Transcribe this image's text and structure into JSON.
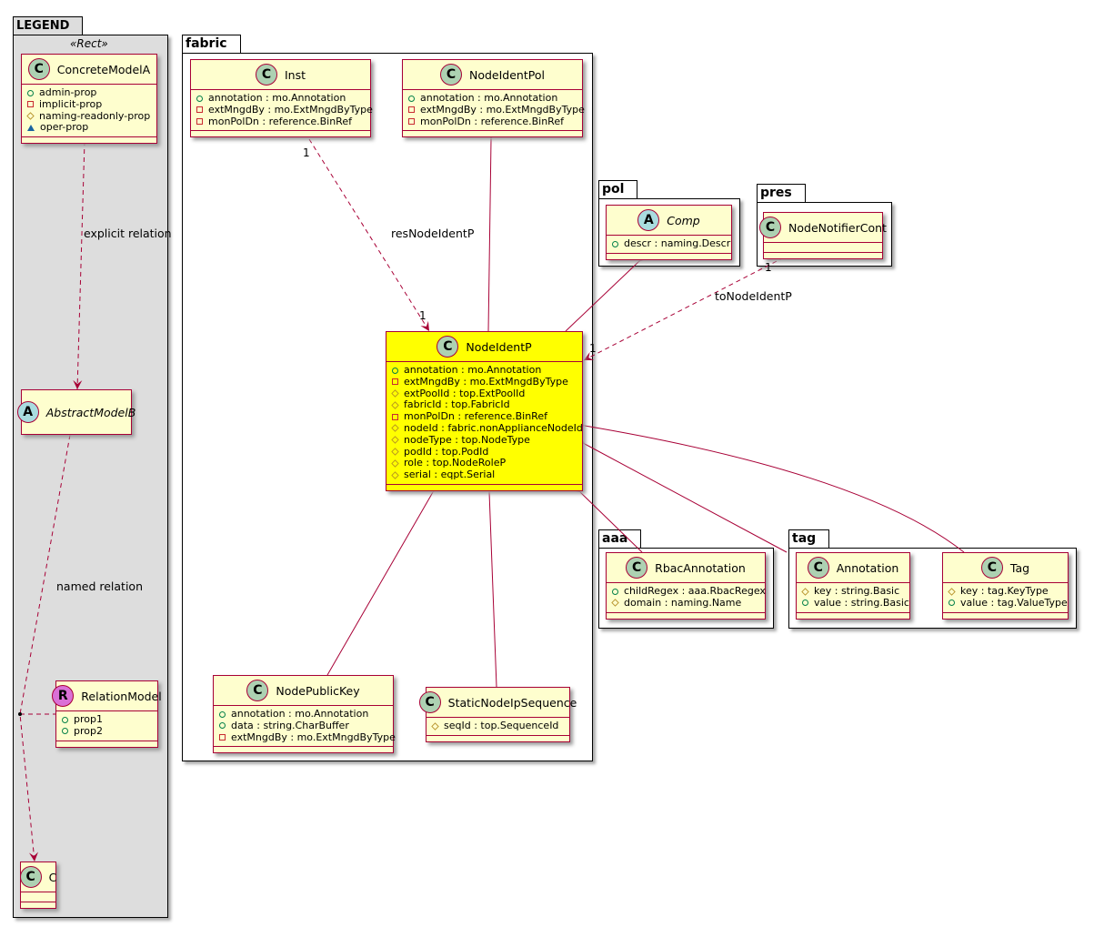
{
  "colors": {
    "border": "#a80036",
    "class_fill": "#fefece",
    "highlight": "#ffff00",
    "legend_fill": "#dddddd",
    "badge_class": "#add1b2",
    "badge_abstract": "#a9dcdf",
    "badge_relation": "#da70d6"
  },
  "packages": {
    "legend": {
      "name": "LEGEND",
      "stereotype": "«Rect»"
    },
    "fabric": {
      "name": "fabric"
    },
    "pol": {
      "name": "pol"
    },
    "pres": {
      "name": "pres"
    },
    "aaa": {
      "name": "aaa"
    },
    "tag": {
      "name": "tag"
    }
  },
  "classes": [
    {
      "id": "ConcreteModelA",
      "name": "ConcreteModelA",
      "kind": "C",
      "attrs": [
        [
          "+",
          "admin-prop"
        ],
        [
          "-",
          "implicit-prop"
        ],
        [
          "#",
          "naming-readonly-prop"
        ],
        [
          "~",
          "oper-prop"
        ]
      ]
    },
    {
      "id": "AbstractModelB",
      "name": "AbstractModelB",
      "kind": "A",
      "attrs": null
    },
    {
      "id": "RelationModel",
      "name": "RelationModel",
      "kind": "R",
      "attrs": [
        [
          "+",
          "prop1"
        ],
        [
          "+",
          "prop2"
        ]
      ]
    },
    {
      "id": "C",
      "name": "C",
      "kind": "C",
      "attrs": []
    },
    {
      "id": "Inst",
      "name": "Inst",
      "kind": "C",
      "attrs": [
        [
          "+",
          "annotation : mo.Annotation"
        ],
        [
          "-",
          "extMngdBy : mo.ExtMngdByType"
        ],
        [
          "-",
          "monPolDn : reference.BinRef"
        ]
      ]
    },
    {
      "id": "NodeIdentPol",
      "name": "NodeIdentPol",
      "kind": "C",
      "attrs": [
        [
          "+",
          "annotation : mo.Annotation"
        ],
        [
          "-",
          "extMngdBy : mo.ExtMngdByType"
        ],
        [
          "-",
          "monPolDn : reference.BinRef"
        ]
      ]
    },
    {
      "id": "NodeIdentP",
      "name": "NodeIdentP",
      "kind": "C",
      "highlight": true,
      "attrs": [
        [
          "+",
          "annotation : mo.Annotation"
        ],
        [
          "-",
          "extMngdBy : mo.ExtMngdByType"
        ],
        [
          "#",
          "extPoolId : top.ExtPoolId"
        ],
        [
          "#",
          "fabricId : top.FabricId"
        ],
        [
          "-",
          "monPolDn : reference.BinRef"
        ],
        [
          "#",
          "nodeId : fabric.nonApplianceNodeId"
        ],
        [
          "#",
          "nodeType : top.NodeType"
        ],
        [
          "#",
          "podId : top.PodId"
        ],
        [
          "#",
          "role : top.NodeRoleP"
        ],
        [
          "#",
          "serial : eqpt.Serial"
        ]
      ]
    },
    {
      "id": "NodePublicKey",
      "name": "NodePublicKey",
      "kind": "C",
      "attrs": [
        [
          "+",
          "annotation : mo.Annotation"
        ],
        [
          "+",
          "data : string.CharBuffer"
        ],
        [
          "-",
          "extMngdBy : mo.ExtMngdByType"
        ]
      ]
    },
    {
      "id": "StaticNodeIpSequence",
      "name": "StaticNodeIpSequence",
      "kind": "C",
      "attrs": [
        [
          "#",
          "seqId : top.SequenceId"
        ]
      ]
    },
    {
      "id": "Comp",
      "name": "Comp",
      "kind": "A",
      "attrs": [
        [
          "+",
          "descr : naming.Descr"
        ]
      ]
    },
    {
      "id": "NodeNotifierCont",
      "name": "NodeNotifierCont",
      "kind": "C",
      "attrs": []
    },
    {
      "id": "RbacAnnotation",
      "name": "RbacAnnotation",
      "kind": "C",
      "attrs": [
        [
          "+",
          "childRegex : aaa.RbacRegex"
        ],
        [
          "#",
          "domain : naming.Name"
        ]
      ]
    },
    {
      "id": "Annotation",
      "name": "Annotation",
      "kind": "C",
      "attrs": [
        [
          "#",
          "key : string.Basic"
        ],
        [
          "+",
          "value : string.Basic"
        ]
      ]
    },
    {
      "id": "Tag",
      "name": "Tag",
      "kind": "C",
      "attrs": [
        [
          "#",
          "key : tag.KeyType"
        ],
        [
          "+",
          "value : tag.ValueType"
        ]
      ]
    }
  ],
  "relations": {
    "explicit": "explicit relation",
    "named": "named relation",
    "resNodeIdentP": "resNodeIdentP",
    "toNodeIdentP": "toNodeIdentP",
    "mult_one": "1"
  }
}
